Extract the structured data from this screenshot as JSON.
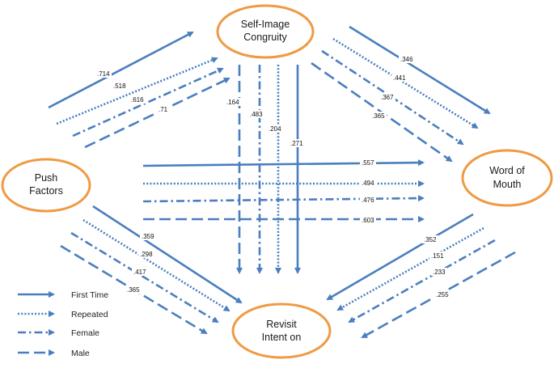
{
  "nodes": {
    "self_image": [
      "Self-Image",
      "Congruity"
    ],
    "push": [
      "Push",
      "Factors"
    ],
    "word_of_mouth": [
      "Word of",
      "Mouth"
    ],
    "revisit": [
      "Revisit",
      "Intent on"
    ]
  },
  "legend": {
    "first_time": "First Time",
    "repeated": "Repeated",
    "female": "Female",
    "male": "Male"
  },
  "coefficients": {
    "push_to_self": [
      ".714",
      ".518",
      ".616",
      ".71"
    ],
    "self_to_wom": [
      ".346",
      ".441",
      ".367",
      ".365"
    ],
    "self_to_revisit": [
      ".164",
      ".483",
      ".204",
      ".271"
    ],
    "push_to_wom": [
      ".557",
      ".494",
      ".476",
      ".603"
    ],
    "push_to_revisit": [
      ".359",
      ".298",
      ".417",
      ".365"
    ],
    "wom_to_revisit": [
      ".352",
      ".151",
      ".233",
      ".255"
    ]
  },
  "colors": {
    "arrow": "#4a7ebf",
    "node_border": "#ef9a44"
  }
}
